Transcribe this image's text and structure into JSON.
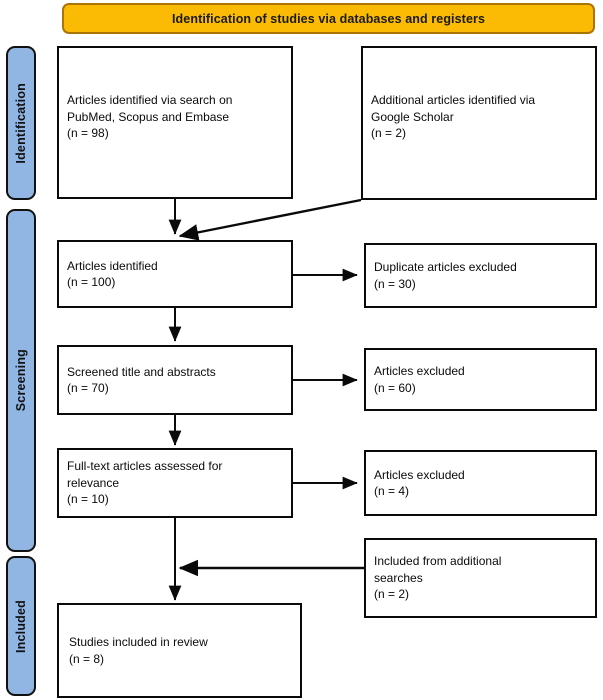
{
  "banner": {
    "label": "Identification of studies via databases and registers",
    "fill": "#fbbb05",
    "border": "#ab7506"
  },
  "phases": [
    {
      "key": "identification",
      "label": "Identification"
    },
    {
      "key": "screening",
      "label": "Screening"
    },
    {
      "key": "included",
      "label": "Included"
    }
  ],
  "phase_bar_color": "#91b6e4",
  "boxes": {
    "db_search": {
      "text": "Articles identified via search on\nPubMed, Scopus and Embase\n(n = 98)"
    },
    "google_scholar": {
      "text": "Additional articles identified via\nGoogle Scholar\n(n = 2)"
    },
    "identified": {
      "text": "Articles identified\n(n = 100)"
    },
    "duplicates": {
      "text": "Duplicate articles excluded\n(n = 30)"
    },
    "screened": {
      "text": "Screened title and abstracts\n(n = 70)"
    },
    "excluded_screen": {
      "text": "Articles excluded\n(n = 60)"
    },
    "fulltext": {
      "text": "Full-text articles assessed for\nrelevance\n(n = 10)"
    },
    "excluded_full": {
      "text": "Articles excluded\n(n = 4)"
    },
    "additional": {
      "text": "Included from additional\nsearches\n(n = 2)"
    },
    "final": {
      "text": "Studies included in review\n(n = 8)"
    }
  },
  "counts": {
    "db_search": 98,
    "google_scholar": 2,
    "identified": 100,
    "duplicates_excluded": 30,
    "screened": 70,
    "excluded_after_screening": 60,
    "fulltext_assessed": 10,
    "excluded_after_fulltext": 4,
    "included_additional": 2,
    "final_included": 8
  },
  "line_color": "#0a0a0a"
}
